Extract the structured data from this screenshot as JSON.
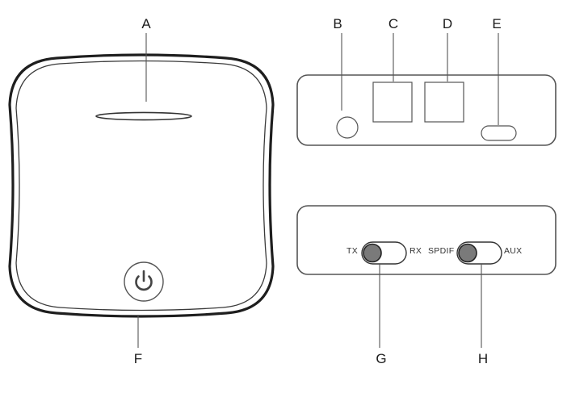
{
  "callouts": {
    "a": "A",
    "b": "B",
    "c": "C",
    "d": "D",
    "e": "E",
    "f": "F",
    "g": "G",
    "h": "H"
  },
  "switches": {
    "tx_rx": {
      "left": "TX",
      "right": "RX"
    },
    "spdif_aux": {
      "left": "SPDIF",
      "right": "AUX"
    }
  },
  "icons": {
    "power": "power-icon"
  },
  "colors": {
    "outline": "#555555",
    "knob": "#7a7a7a",
    "text": "#1a1a1a"
  }
}
